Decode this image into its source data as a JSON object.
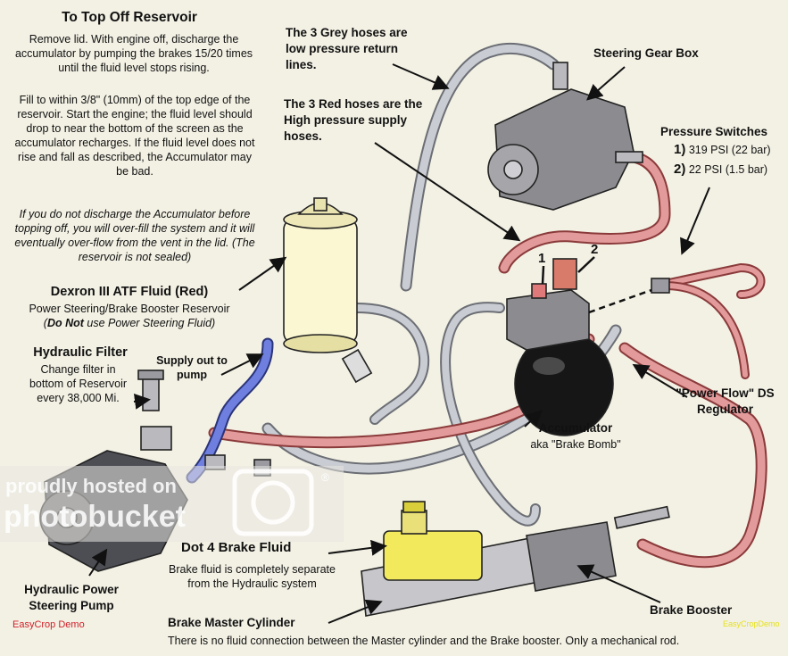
{
  "reservoir_instructions": {
    "title": "To Top Off Reservoir",
    "p1": "Remove lid. With engine off, discharge the accumulator by pumping the brakes 15/20 times until the fluid level stops rising.",
    "p2": "Fill to within 3/8\" (10mm) of the top edge of the reservoir. Start the engine; the fluid level should drop to near the bottom of the screen as the accumulator recharges. If the fluid level does not rise and fall as described, the Accumulator may be bad.",
    "p3": "If you do not discharge the Accumulator before topping off, you will over-fill the system and it will eventually over-flow from the vent in the lid. (The reservoir is not sealed)"
  },
  "fluid": {
    "title": "Dexron III ATF Fluid (Red)",
    "line1": "Power Steering/Brake Booster Reservoir",
    "line2_bold": "Do Not",
    "line2_rest": " use Power Steering Fluid)",
    "line2_open": "("
  },
  "filter": {
    "title": "Hydraulic Filter",
    "text": "Change filter in bottom of Reservoir every 38,000 Mi."
  },
  "supply_label": "Supply out to pump",
  "grey_hoses": "The 3 Grey hoses are low pressure return lines.",
  "red_hoses": "The 3 Red hoses are the High pressure supply hoses.",
  "steering_gear": "Steering Gear Box",
  "pressure_switches": {
    "title": "Pressure Switches",
    "s1_num": "1)",
    "s1": "319 PSI (22 bar)",
    "s2_num": "2)",
    "s2": "22 PSI (1.5 bar)",
    "callout1": "1",
    "callout2": "2"
  },
  "regulator": "\"Power Flow\" DS Regulator",
  "accumulator": {
    "title": "Accumulator",
    "aka": "aka \"Brake Bomb\""
  },
  "pump": "Hydraulic Power Steering Pump",
  "brake_fluid": {
    "title": "Dot 4 Brake Fluid",
    "text": "Brake fluid is completely separate from the Hydraulic system"
  },
  "booster": "Brake Booster",
  "master": {
    "title": "Brake Master Cylinder",
    "text": "There is no fluid connection between the Master cylinder and the Brake booster. Only a mechanical rod."
  },
  "watermark": {
    "line1": "proudly hosted on",
    "line2": "photobucket",
    "reg": "®"
  },
  "corner_left": "EasyCrop Demo",
  "corner_right": "EasyCropDemo",
  "colors": {
    "red_hose": "#e39a9a",
    "grey_hose": "#c9ccd2",
    "filter_hose": "#6f7fe0",
    "reservoir": "#fbf7d3",
    "brake_fluid_tank": "#f2ea5c",
    "component_grey": "#8c8c90",
    "watermark_red": "#d0202a",
    "corner_yellow": "#e6e21a"
  }
}
